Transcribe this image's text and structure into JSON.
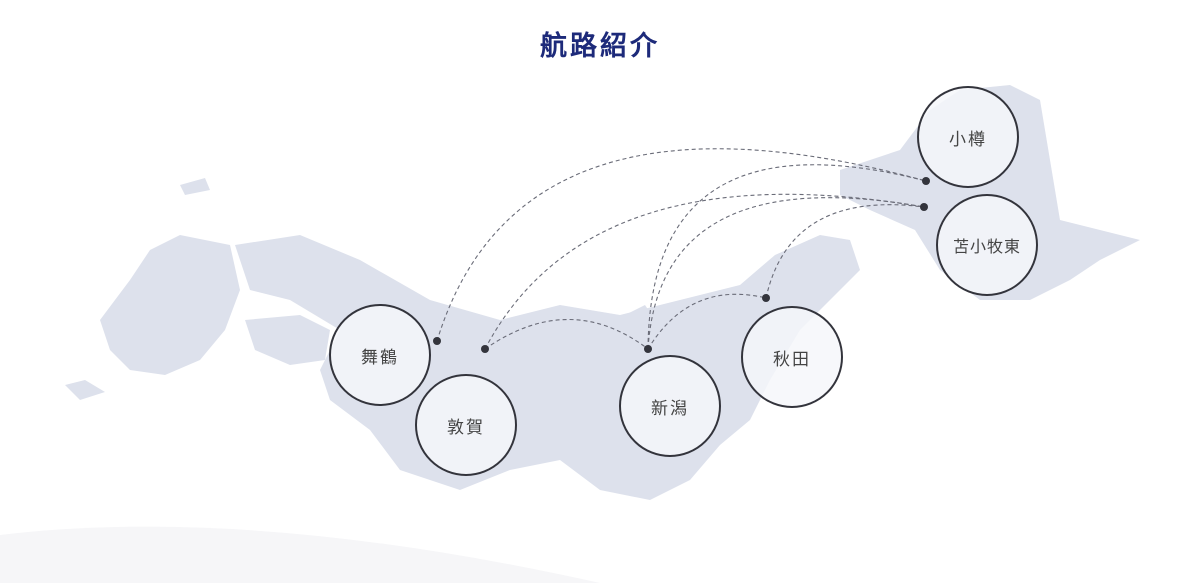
{
  "title": "航路紹介",
  "colors": {
    "title": "#1d2a7a",
    "land": "#dde1ec",
    "route": "#6a6c78",
    "circle_border": "#33343c"
  },
  "ports": [
    {
      "id": "maizuru",
      "name": "舞鶴"
    },
    {
      "id": "tsuruga",
      "name": "敦賀"
    },
    {
      "id": "niigata",
      "name": "新潟"
    },
    {
      "id": "akita",
      "name": "秋田"
    },
    {
      "id": "otaru",
      "name": "小樽"
    },
    {
      "id": "tomakomai-higashi",
      "name": "苫小牧東"
    }
  ],
  "routes": [
    {
      "from": "舞鶴",
      "to": "小樽"
    },
    {
      "from": "敦賀",
      "to": "苫小牧東"
    },
    {
      "from": "敦賀",
      "to": "新潟"
    },
    {
      "from": "新潟",
      "to": "小樽"
    },
    {
      "from": "新潟",
      "to": "苫小牧東"
    },
    {
      "from": "新潟",
      "to": "秋田"
    },
    {
      "from": "秋田",
      "to": "苫小牧東"
    }
  ]
}
